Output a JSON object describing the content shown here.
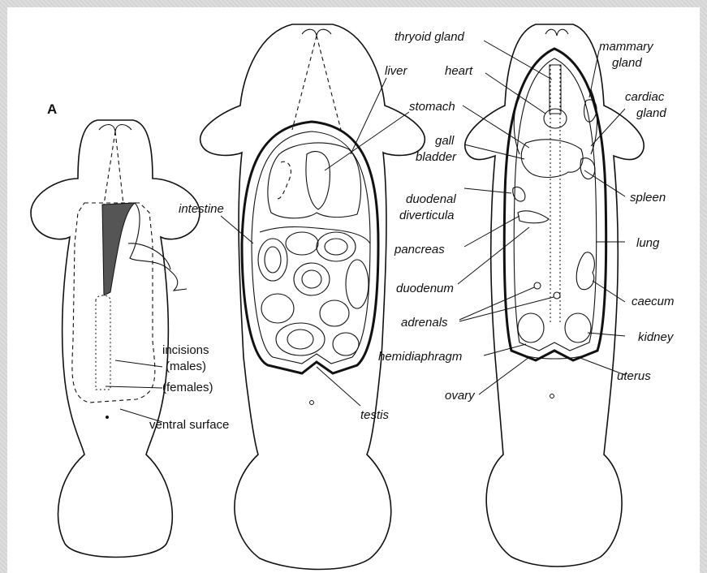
{
  "panel_letter": "A",
  "labels": {
    "thyroid_gland": "thryoid gland",
    "liver": "liver",
    "mammary_gland_1": "mammary",
    "mammary_gland_2": "gland",
    "heart": "heart",
    "cardiac_gland_1": "cardiac",
    "cardiac_gland_2": "gland",
    "stomach": "stomach",
    "gall_bladder_1": "gall",
    "gall_bladder_2": "bladder",
    "intestine": "intestine",
    "duodenal_diverticula_1": "duodenal",
    "duodenal_diverticula_2": "diverticula",
    "spleen": "spleen",
    "pancreas": "pancreas",
    "lung": "lung",
    "duodenum": "duodenum",
    "caecum": "caecum",
    "adrenals": "adrenals",
    "kidney": "kidney",
    "incisions": "incisions",
    "males": "(males)",
    "females": "(females)",
    "hemidiaphragm": "hemidiaphragm",
    "uterus": "uterus",
    "ovary": "ovary",
    "ventral_surface": "ventral surface",
    "testis": "testis"
  }
}
